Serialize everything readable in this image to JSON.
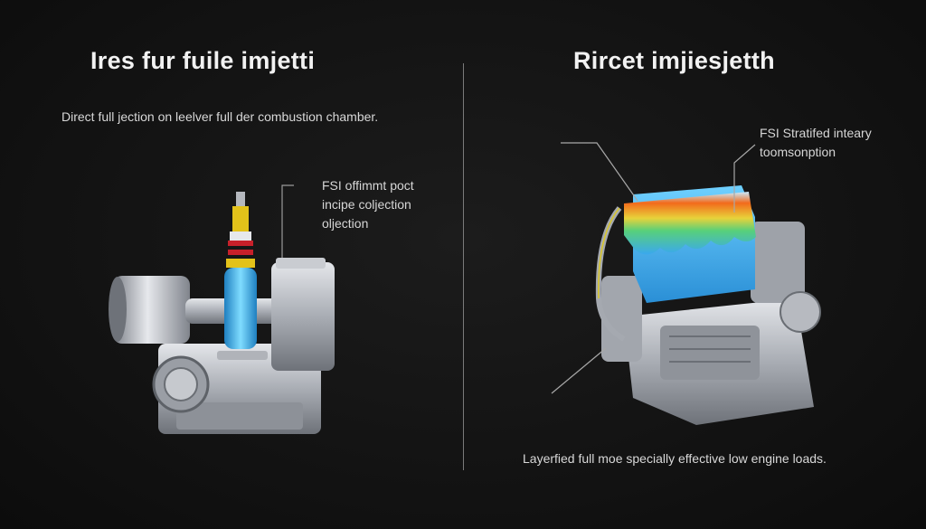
{
  "left_panel": {
    "title": "Ires fur fuile imjetti",
    "caption": "Direct full jection on leelver full der combustion chamber.",
    "callout_lines": [
      "FSI offimmt poct",
      "incipe coljection",
      "oljection"
    ]
  },
  "right_panel": {
    "title": "Rircet imjiesjetth",
    "caption": "Layerfied full moe specially effective  low engine loads.",
    "callout_lines": [
      "FSI Stratifed inteary",
      "toomsonption"
    ]
  },
  "colors": {
    "background": "#121212",
    "text": "#f2f2f2",
    "metal": "#b9bcc2",
    "injector_blue": "#3fb6e8",
    "injector_yellow": "#e3c21a",
    "injector_red": "#c8202a",
    "heat_orange": "#f26a1b",
    "heat_yellow": "#e8d23a",
    "cool_blue": "#49b8ef"
  },
  "icons": {
    "left_illustration": "port-injection-engine-illustration",
    "right_illustration": "direct-injection-engine-illustration"
  }
}
